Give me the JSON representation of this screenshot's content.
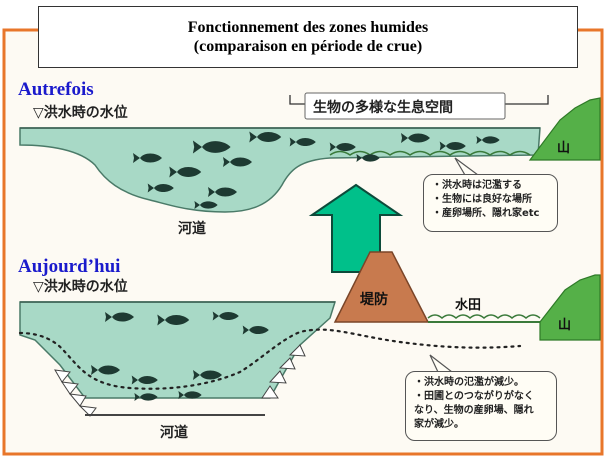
{
  "title": {
    "line1": "Fonctionnement des zones humides",
    "line2": "(comparaison en période de crue)"
  },
  "past": {
    "label": "Autrefois",
    "water_level": "▽洪水時の水位",
    "habitat_label": "生物の多様な生息空間",
    "mountain": "山",
    "channel": "河道",
    "notes": [
      "・洪水時は氾濫する",
      "・生物には良好な場所",
      "・産卵場所、隠れ家etc"
    ]
  },
  "present": {
    "label": "Aujourd’hui",
    "water_level": "▽洪水時の水位",
    "levee": "堤防",
    "paddy": "水田",
    "mountain": "山",
    "channel": "河道",
    "notes": [
      "・洪水時の氾濫が減少。",
      "・田圃とのつながりがなく",
      "なり、生物の産卵場、隠れ",
      "家が減少。"
    ]
  },
  "colors": {
    "water": "#a8d9c6",
    "fish": "#1e3a32",
    "mountain": "#55b048",
    "levee": "#c87a4e",
    "arrow": "#00c08a",
    "frame": "#e8762a",
    "era_text": "#1a1acc"
  }
}
